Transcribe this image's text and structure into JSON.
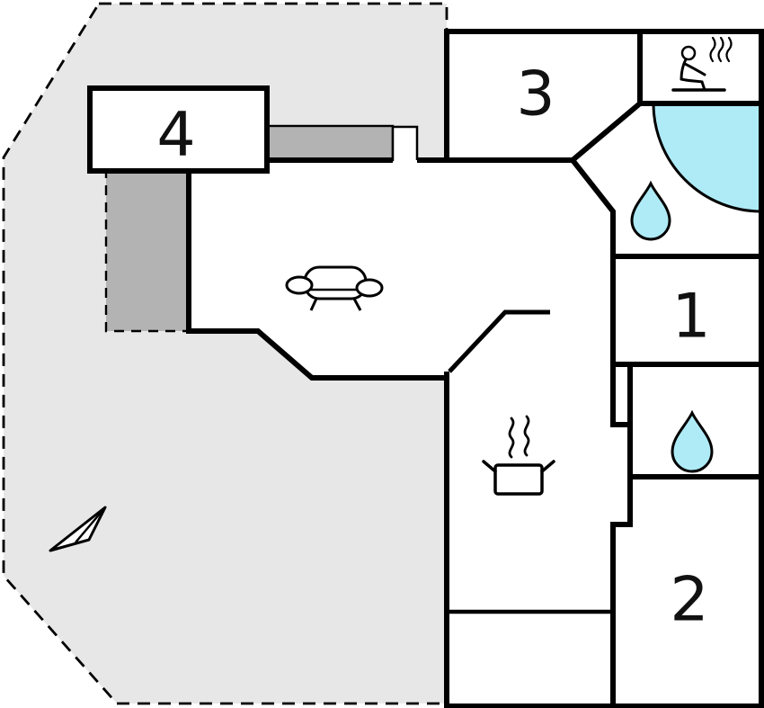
{
  "floorplan": {
    "rooms": {
      "r1": {
        "label": "1"
      },
      "r2": {
        "label": "2"
      },
      "r3": {
        "label": "3"
      },
      "r4": {
        "label": "4"
      }
    },
    "icons": {
      "sauna": "sauna-steam-icon",
      "corner_bath": "corner-bathtub-icon",
      "water_drop_upper": "water-drop-icon",
      "water_drop_lower": "water-drop-icon",
      "sofa": "sofa-icon",
      "cooking_pot": "cooking-pot-icon",
      "north_arrow": "north-arrow-icon"
    },
    "colors": {
      "terrace_fill": "#e7e7e7",
      "feature_fill": "#b3b3b3",
      "water_fill": "#aeebf7",
      "wall": "#000000",
      "room_fill": "#ffffff",
      "label": "#111111"
    }
  }
}
